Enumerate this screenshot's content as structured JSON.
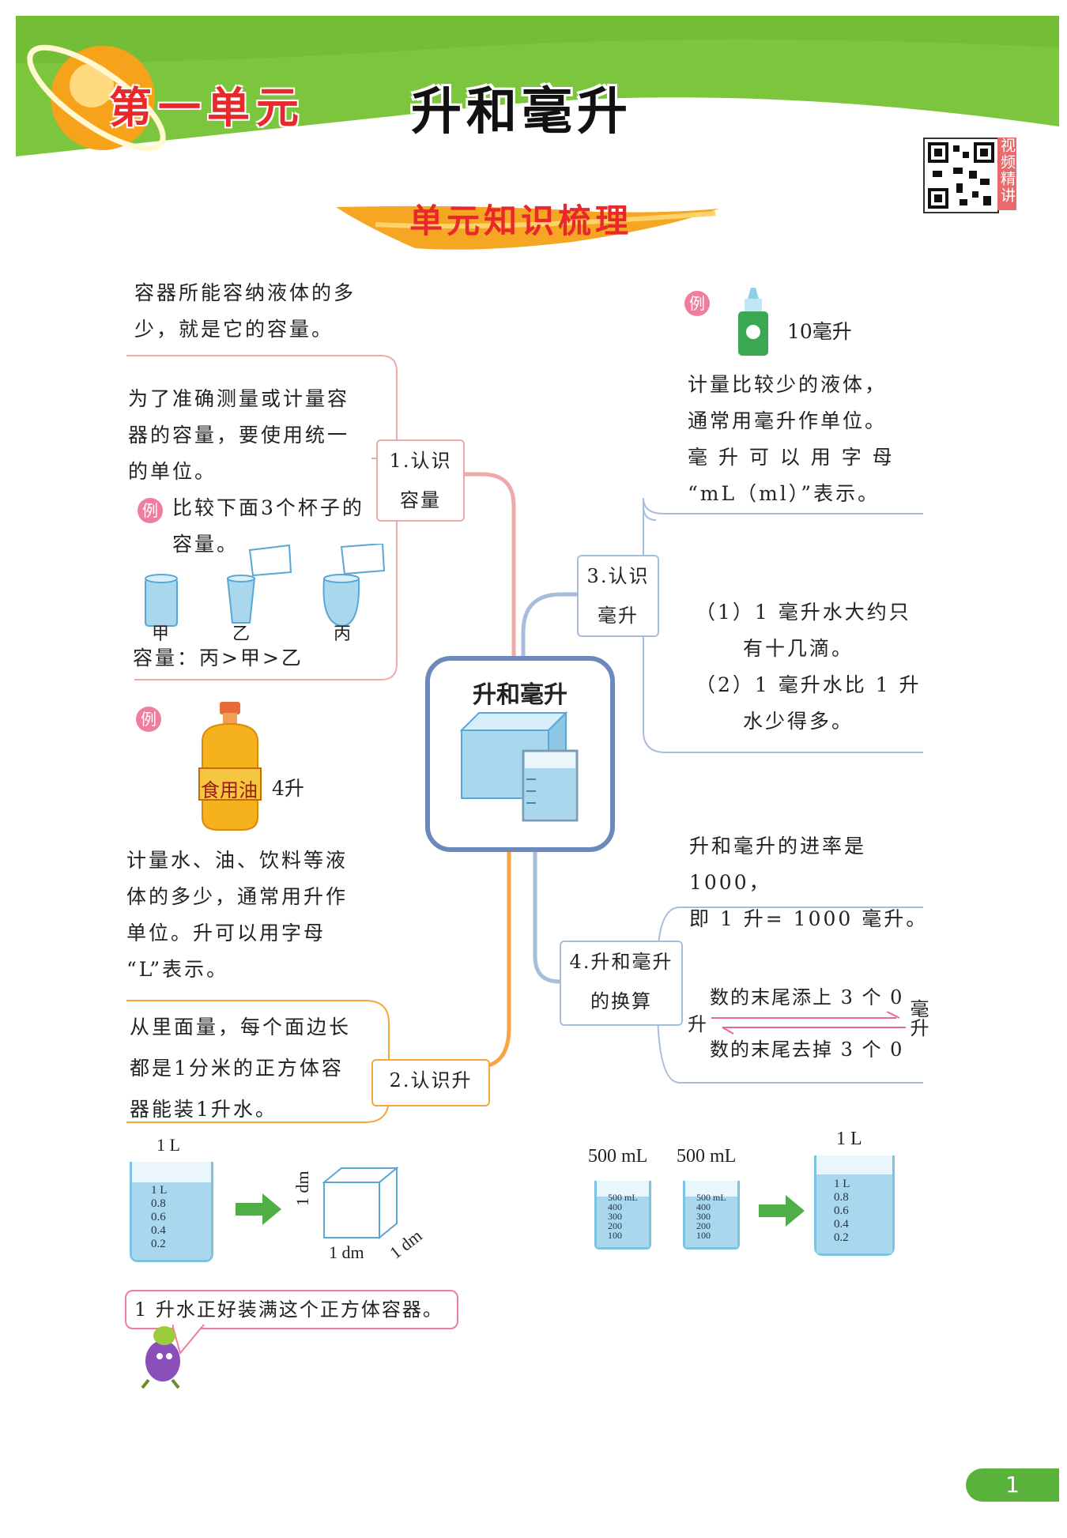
{
  "header": {
    "unit_label": "第一单元",
    "title": "升和毫升",
    "video_label": "视频精讲",
    "section_title": "单元知识梳理"
  },
  "center": {
    "title": "升和毫升"
  },
  "branch1": {
    "label_line1": "1.认识",
    "label_line2": "容量",
    "def": [
      "容器所能容纳液体的多",
      "少，就是它的容量。"
    ],
    "unify": [
      "为了准确测量或计量容",
      "器的容量，要使用统一",
      "的单位。"
    ],
    "example_badge": "例",
    "example": [
      "比较下面3个杯子的",
      "容量。"
    ],
    "cups": [
      "甲",
      "乙",
      "丙"
    ],
    "result": "容量：丙>甲>乙"
  },
  "branch2": {
    "label": "2.认识升",
    "example_badge": "例",
    "oil_label": "食用油",
    "oil_amount": "4升",
    "desc": [
      "计量水、油、饮料等液",
      "体的多少，通常用升作",
      "单位。升可以用字母",
      "“L”表示。"
    ],
    "cube": [
      "从里面量，每个面边长",
      "都是1分米的正方体容",
      "器能装1升水。"
    ],
    "beaker_top": "1 L",
    "beaker_marks": [
      "1 L",
      "0.8",
      "0.6",
      "0.4",
      "0.2"
    ],
    "dim_v": "1 dm",
    "dim_h": "1 dm",
    "dim_d": "1 dm",
    "speech": "1 升水正好装满这个正方体容器。"
  },
  "branch3": {
    "label_line1": "3.认识",
    "label_line2": "毫升",
    "example_badge": "例",
    "bottle_amount": "10毫升",
    "desc": [
      "计量比较少的液体，",
      "通常用毫升作单位。",
      "毫 升 可 以 用 字 母",
      "“mL（ml）”表示。"
    ],
    "facts": [
      "（1）1 毫升水大约只",
      "有十几滴。",
      "（2）1 毫升水比 1 升",
      "水少得多。"
    ]
  },
  "branch4": {
    "label_line1": "4.升和毫升",
    "label_line2": "的换算",
    "rate": [
      "升和毫升的进率是 1000，",
      "即 1 升= 1000 毫升。"
    ],
    "add_zeros": "数的末尾添上 3 个 0",
    "remove_zeros": "数的末尾去掉 3 个 0",
    "left_unit": "升",
    "right_unit": "毫升",
    "beaker_a_label": "500 mL",
    "beaker_b_label": "500 mL",
    "beaker_big_label": "1 L",
    "small_marks": [
      "500 mL",
      "400",
      "300",
      "200",
      "100"
    ],
    "big_marks": [
      "1 L",
      "0.8",
      "0.6",
      "0.4",
      "0.2"
    ]
  },
  "page_number": "1",
  "colors": {
    "pink_branch": "#f0a9a9",
    "orange_branch": "#f5a640",
    "blue_branch": "#a7bddb",
    "center_border": "#6b89ba",
    "green_header": "#7cc63e",
    "water": "#a9d8ee"
  }
}
